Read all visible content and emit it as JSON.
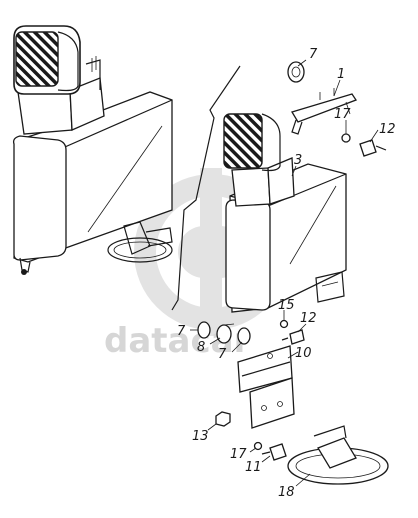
{
  "figure": {
    "watermark": {
      "text": "datacar",
      "icon": "logo-circle-icon"
    },
    "callouts": [
      {
        "id": "c7a",
        "label": "7"
      },
      {
        "id": "c1",
        "label": "1"
      },
      {
        "id": "c17a",
        "label": "17"
      },
      {
        "id": "c12a",
        "label": "12"
      },
      {
        "id": "c3",
        "label": "3"
      },
      {
        "id": "c15",
        "label": "15"
      },
      {
        "id": "c12b",
        "label": "12"
      },
      {
        "id": "c7b",
        "label": "7"
      },
      {
        "id": "c8",
        "label": "8"
      },
      {
        "id": "c7c",
        "label": "7"
      },
      {
        "id": "c10",
        "label": "10"
      },
      {
        "id": "c13",
        "label": "13"
      },
      {
        "id": "c17b",
        "label": "17"
      },
      {
        "id": "c11",
        "label": "11"
      },
      {
        "id": "c18",
        "label": "18"
      }
    ],
    "colors": {
      "ink": "#1a1a1a",
      "watermark": "#d6d6d6",
      "background": "#ffffff"
    }
  }
}
